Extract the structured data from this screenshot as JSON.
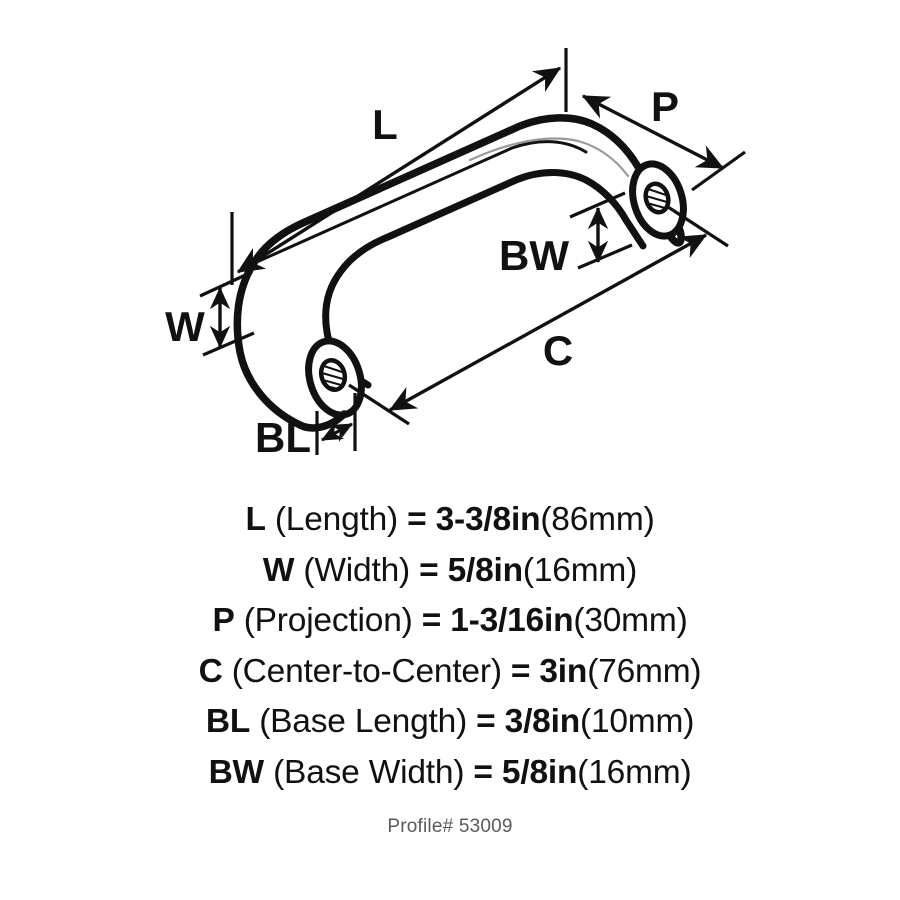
{
  "diagram": {
    "title": "cabinet-pull-isometric-dimension-drawing",
    "dimension_labels": {
      "length": "L",
      "width": "W",
      "projection": "P",
      "center_to_center": "C",
      "base_length": "BL",
      "base_width": "BW"
    },
    "colors": {
      "line": "#111111",
      "background": "#ffffff",
      "muted_text": "#5a5a5a",
      "faint_line": "#9a9a9a"
    }
  },
  "specs": [
    {
      "symbol": "L",
      "name": " (Length)",
      "equals": " = ",
      "value": "3-3/8in",
      "metric": "(86mm)"
    },
    {
      "symbol": "W",
      "name": " (Width)",
      "equals": " = ",
      "value": "5/8in",
      "metric": "(16mm)"
    },
    {
      "symbol": "P",
      "name": " (Projection)",
      "equals": " = ",
      "value": "1-3/16in",
      "metric": "(30mm)"
    },
    {
      "symbol": "C",
      "name": " (Center-to-Center)",
      "equals": " = ",
      "value": "3in",
      "metric": "(76mm)"
    },
    {
      "symbol": "BL",
      "name": " (Base Length)",
      "equals": " = ",
      "value": "3/8in",
      "metric": "(10mm)"
    },
    {
      "symbol": "BW",
      "name": " (Base Width)",
      "equals": " = ",
      "value": "5/8in",
      "metric": "(16mm)"
    }
  ],
  "footer": {
    "profile": "Profile# 53009"
  }
}
